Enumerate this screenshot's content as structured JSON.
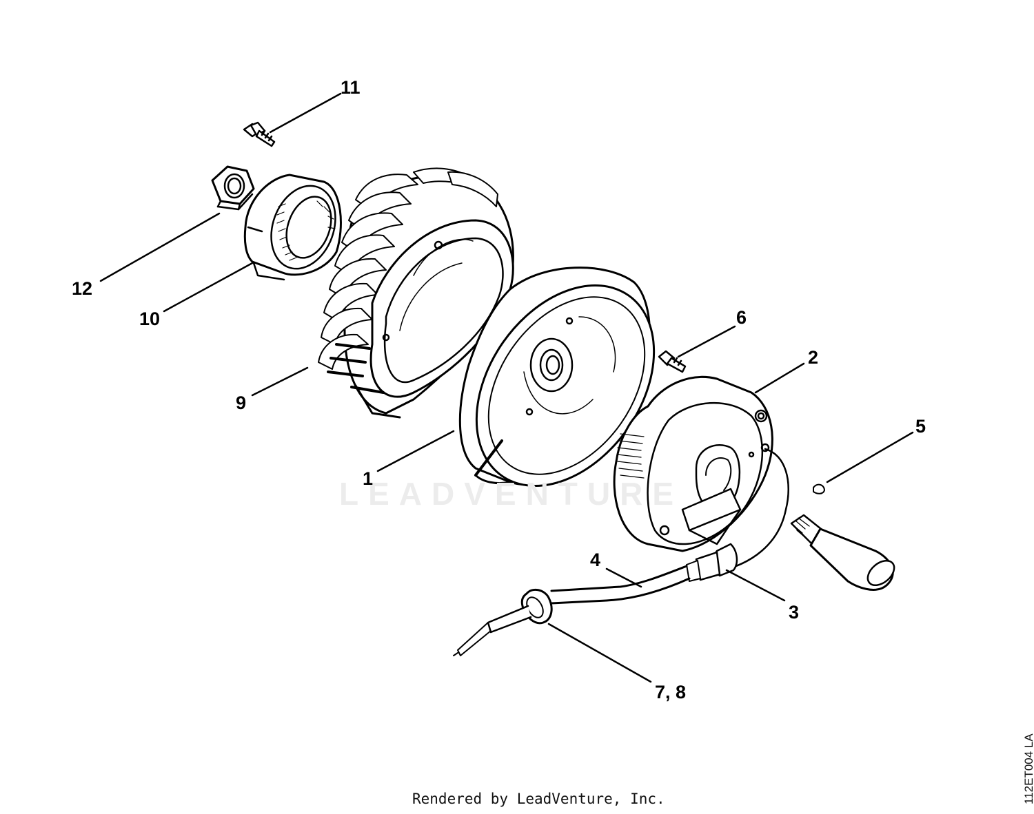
{
  "diagram": {
    "callouts": [
      {
        "id": "c11",
        "text": "11"
      },
      {
        "id": "c12",
        "text": "12"
      },
      {
        "id": "c10",
        "text": "10"
      },
      {
        "id": "c9",
        "text": "9"
      },
      {
        "id": "c1",
        "text": "1"
      },
      {
        "id": "c6",
        "text": "6"
      },
      {
        "id": "c2",
        "text": "2"
      },
      {
        "id": "c5",
        "text": "5"
      },
      {
        "id": "c4",
        "text": "4"
      },
      {
        "id": "c3",
        "text": "3"
      },
      {
        "id": "c78",
        "text": "7, 8"
      }
    ],
    "watermark": "LEADVENTURE",
    "figure_code": "112ET004 LA",
    "footer": "Rendered by LeadVenture, Inc."
  }
}
